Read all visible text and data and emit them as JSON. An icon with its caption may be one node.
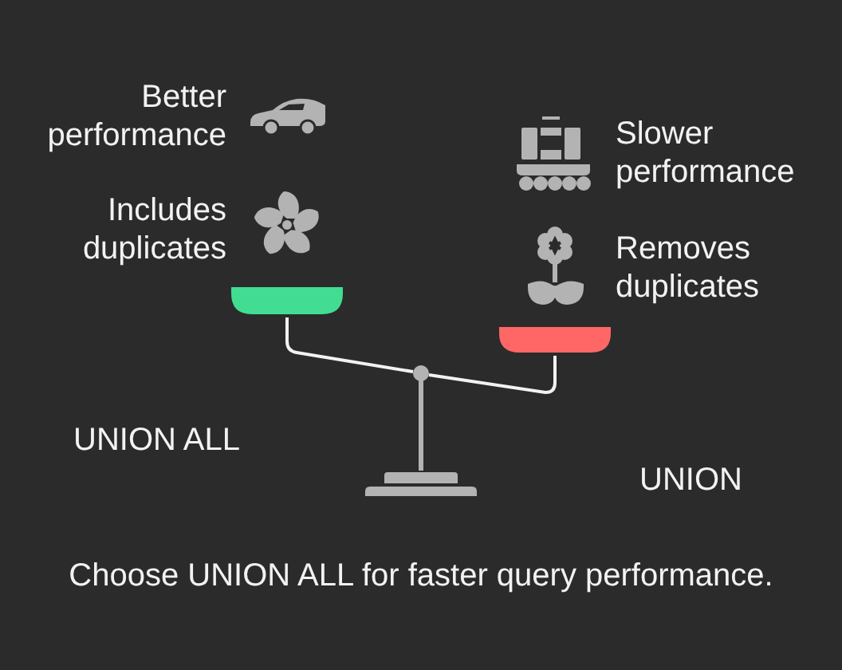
{
  "diagram": {
    "caption": "Choose UNION ALL for faster query performance.",
    "labels": [
      "Better performance",
      "Includes duplicates",
      "Slower performance",
      "Removes duplicates",
      "UNION ALL",
      "UNION"
    ]
  }
}
